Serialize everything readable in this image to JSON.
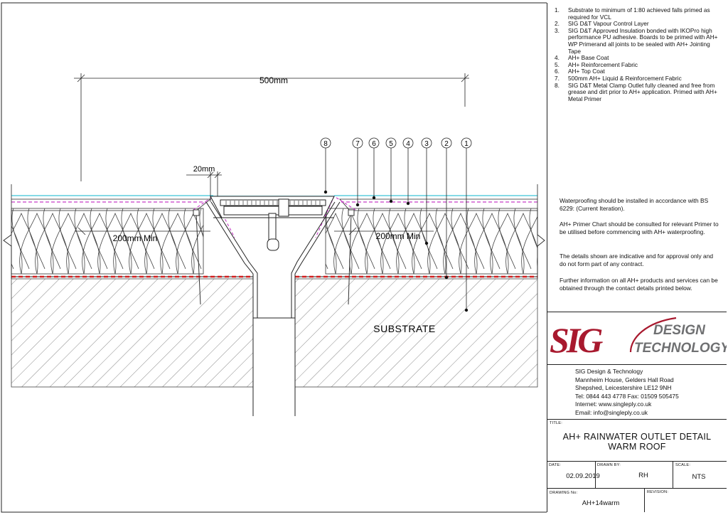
{
  "drawing": {
    "dim_top": "500mm",
    "dim_small": "20mm",
    "dim_left": "200mm Min",
    "dim_right": "200mm Min",
    "substrate_label": "SUBSTRATE",
    "callouts": [
      "8",
      "7",
      "6",
      "5",
      "4",
      "3",
      "2",
      "1"
    ]
  },
  "notes": [
    {
      "num": "1.",
      "text": "Substrate to minimum of 1:80 achieved falls primed as required for VCL"
    },
    {
      "num": "2.",
      "text": "SIG D&T Vapour Control Layer"
    },
    {
      "num": "3.",
      "text": "SIG D&T Approved Insulation bonded with IKOPro high performance PU adhesive. Boards to be primed with AH+ WP Primerand all joints to be sealed with AH+ Jointing Tape"
    },
    {
      "num": "4.",
      "text": "AH+ Base Coat"
    },
    {
      "num": "5.",
      "text": "AH+ Reinforcement Fabric"
    },
    {
      "num": "6.",
      "text": "AH+ Top Coat"
    },
    {
      "num": "7.",
      "text": "500mm AH+ Liquid & Reinforcement Fabric"
    },
    {
      "num": "8.",
      "text": "SIG D&T Metal Clamp Outlet fully cleaned and free from grease and dirt prior to AH+ application. Primed with AH+ Metal Primer"
    }
  ],
  "info": {
    "p1": "Waterproofing should be installed in accordance with BS 6229: (Current Iteration).",
    "p2": "AH+ Primer Chart should be consulted for relevant Primer to be utilised before commencing with AH+ waterproofing.",
    "p3": "The details shown are indicative and for approval only and do not form part of any contract.",
    "p4": "Further information on all AH+ products and services  can be obtained through the contact details printed below."
  },
  "logo": {
    "sig": "SIG",
    "line1": "DESIGN",
    "line2": "TECHNOLOGY",
    "color_red": "#a8192e",
    "color_gray": "#6f7072"
  },
  "address": {
    "line1": "SIG Design & Technology",
    "line2": "Mannheim House, Gelders Hall Road",
    "line3": "Shepshed, Leicestershire LE12 9NH",
    "line4": "Tel: 0844 443 4778 Fax: 01509 505475",
    "line5": "Internet: www.singleply.co.uk",
    "line6": "Email: info@singleply.co.uk"
  },
  "titleblock": {
    "title_label": "TITLE:",
    "title_line1": "AH+ RAINWATER OUTLET DETAIL",
    "title_line2": "WARM ROOF",
    "date_label": "DATE:",
    "date": "02.09.2019",
    "drawn_label": "DRAWN BY:",
    "drawn": "RH",
    "scale_label": "SCALE:",
    "scale": "NTS",
    "drawing_no_label": "DRAWING No:",
    "drawing_no": "AH+14warm",
    "revision_label": "REVISION:",
    "revision": ""
  }
}
